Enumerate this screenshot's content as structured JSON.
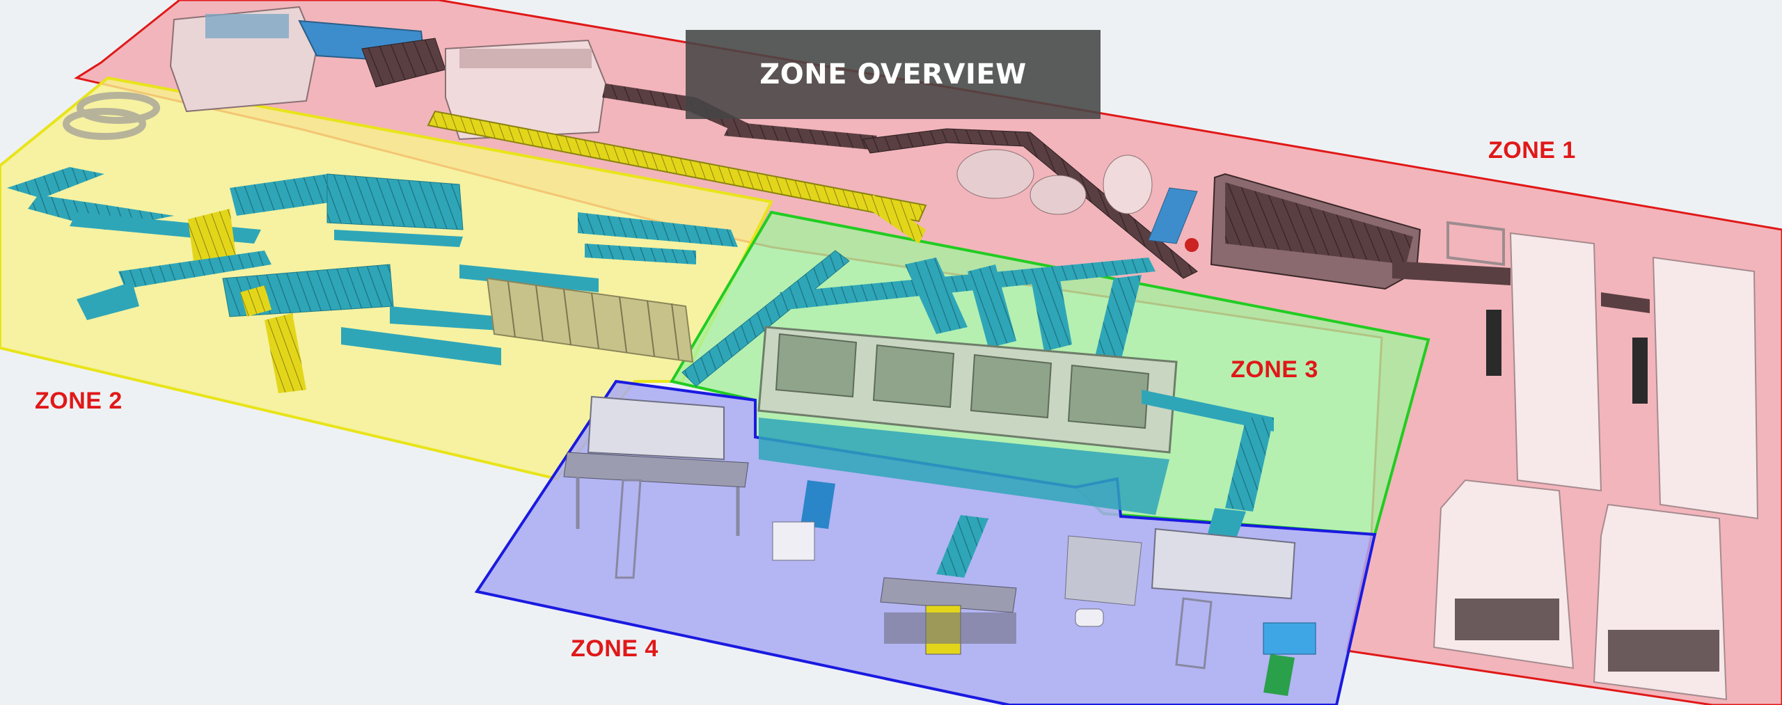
{
  "title": "ZONE OVERVIEW",
  "zones": [
    {
      "label": "ZONE 1",
      "color": "#f3a6ad",
      "border": "#e01818"
    },
    {
      "label": "ZONE 2",
      "color": "#f7f28c",
      "border": "#e8e41a"
    },
    {
      "label": "ZONE 3",
      "color": "#a6f0a0",
      "border": "#22cc22"
    },
    {
      "label": "ZONE 4",
      "color": "#a9aaf2",
      "border": "#1a1ae0"
    }
  ],
  "colors": {
    "label_text": "#e01818",
    "conveyor": "#2fa6b8",
    "stair": "#e3d61a",
    "frame": "#bdbdbd"
  }
}
